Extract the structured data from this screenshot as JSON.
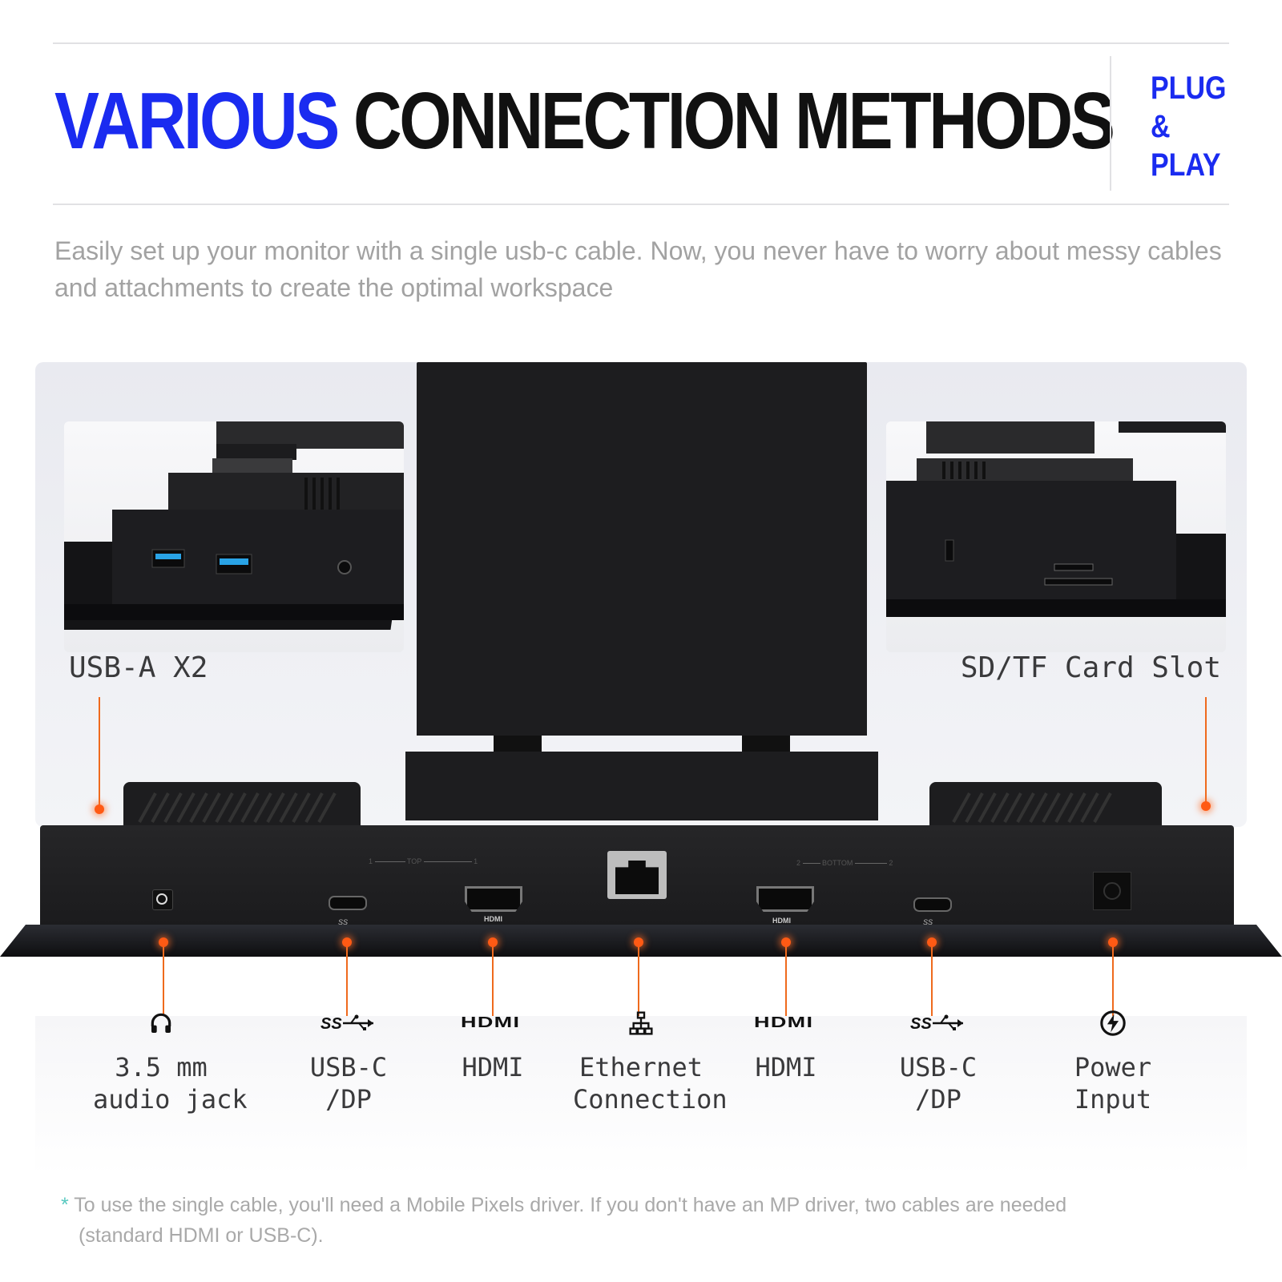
{
  "header": {
    "title_accent": "VARIOUS",
    "title_rest": "CONNECTION METHODS",
    "badge_lines": [
      "PLUG",
      "&",
      "PLAY"
    ],
    "accent_color": "#1a2bf0"
  },
  "intro": {
    "text": "Easily set up your monitor with a single usb-c cable.  Now, you never have to worry about messy cables and attachments to create the optimal workspace"
  },
  "callouts": {
    "left": "USB-A  X2",
    "right": "SD/TF Card Slot"
  },
  "device_labels": {
    "top_group": "TOP",
    "bottom_group": "BOTTOM",
    "top_num": "1",
    "bottom_num": "2",
    "hdmi_mark": "HDMI",
    "ss_mark": "SS"
  },
  "ports": [
    {
      "icon": "headphones-icon",
      "lines": [
        "3.5 mm",
        "audio jack"
      ]
    },
    {
      "icon": "superspeed-usb-icon",
      "lines": [
        "USB-C",
        "/DP"
      ]
    },
    {
      "icon": "hdmi-logo-icon",
      "lines": [
        "HDMI"
      ]
    },
    {
      "icon": "ethernet-icon",
      "lines": [
        "Ethernet",
        "Connection"
      ]
    },
    {
      "icon": "hdmi-logo-icon",
      "lines": [
        "HDMI"
      ]
    },
    {
      "icon": "superspeed-usb-icon",
      "lines": [
        "USB-C",
        "/DP"
      ]
    },
    {
      "icon": "power-icon",
      "lines": [
        "Power",
        "Input"
      ]
    }
  ],
  "footnote": {
    "star": "*",
    "line1": "To use the single cable, you'll need a Mobile Pixels driver. If you don't have an MP driver, two cables are needed",
    "line2": "(standard HDMI or USB-C)."
  },
  "colors": {
    "callout_line": "#ef6a1d",
    "device": "#1d1d1f"
  }
}
